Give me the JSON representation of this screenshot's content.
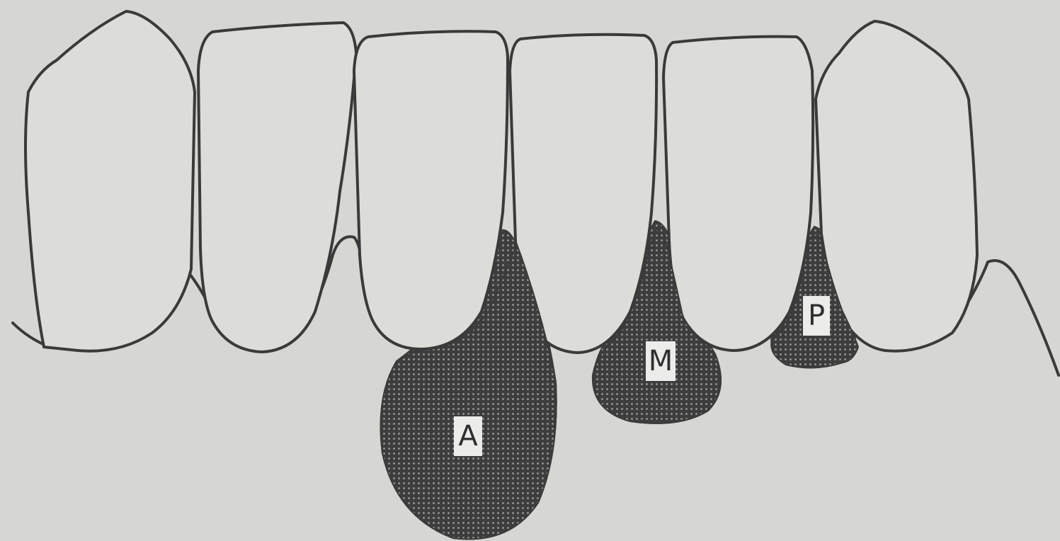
{
  "labels": {
    "a": "A",
    "m": "M",
    "p": "P"
  },
  "colors": {
    "background": "#d6d6d2",
    "outline": "#3a3a3a",
    "stipple": "#3d3d3d"
  }
}
